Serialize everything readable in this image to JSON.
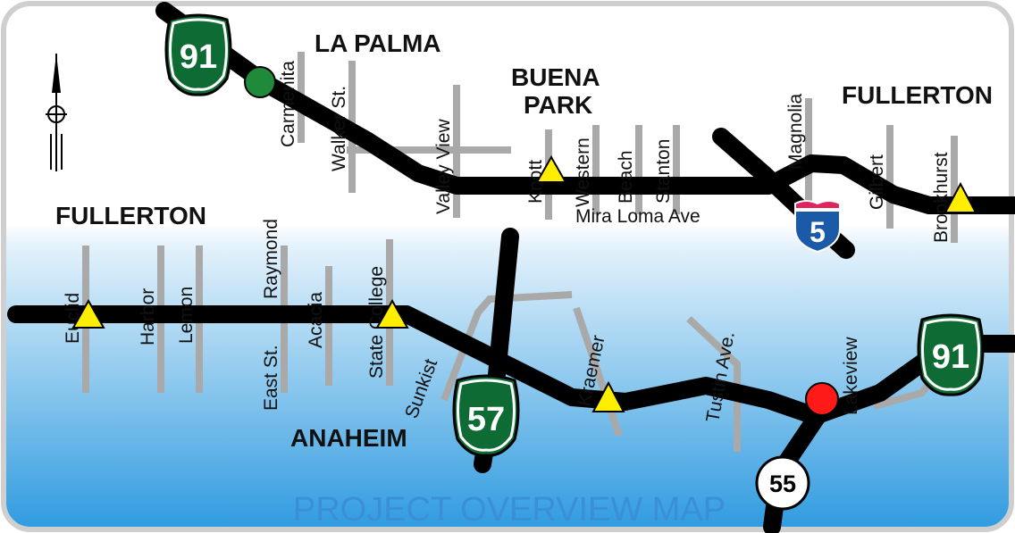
{
  "title": "PROJECT OVERVIEW MAP",
  "colors": {
    "sky_top": "#ffffff",
    "sky_bottom": "#2f9be0",
    "freeway": "#000000",
    "street": "#a9a9a9",
    "shield_green": "#0d6b33",
    "interstate_red": "#e0245e",
    "interstate_blue": "#1b5aa6",
    "marker_yellow": "#ffee00",
    "marker_red": "#ff1a1a",
    "marker_green": "#1f8a3a",
    "title_blue": "#3a8fd6"
  },
  "cities": {
    "la_palma": "LA PALMA",
    "buena_park_line1": "BUENA",
    "buena_park_line2": "PARK",
    "fullerton_top": "FULLERTON",
    "fullerton_left": "FULLERTON",
    "anaheim": "ANAHEIM"
  },
  "streets": {
    "carmenita": "Carmenita",
    "walker": "Walker St.",
    "valley_view": "Valley View",
    "knott": "Knott",
    "western": "Western",
    "beach": "Beach",
    "stanton": "Stanton",
    "mira_loma": "Mira Loma Ave",
    "magnolia": "Magnolia",
    "gilbert": "Gilbert",
    "brookhurst": "Brookhurst",
    "euclid": "Euclid",
    "harbor": "Harbor",
    "lemon": "Lemon",
    "east_st": "East St.",
    "raymond": "Raymond",
    "acacia": "Acacia",
    "state_college": "State College",
    "sunkist": "Sunkist",
    "kraemer": "Kraemer",
    "tustin": "Tustin Ave.",
    "lakeview": "Lakeview"
  },
  "shields": {
    "sr91_top": "91",
    "sr91_right": "91",
    "sr57": "57",
    "i5": "5",
    "sr55": "55"
  },
  "markers": [
    {
      "type": "circle",
      "color": "green",
      "label": "Carmenita"
    },
    {
      "type": "triangle",
      "color": "yellow",
      "label": "Knott"
    },
    {
      "type": "triangle",
      "color": "yellow",
      "label": "Brookhurst"
    },
    {
      "type": "triangle",
      "color": "yellow",
      "label": "Euclid"
    },
    {
      "type": "triangle",
      "color": "yellow",
      "label": "State College"
    },
    {
      "type": "triangle",
      "color": "yellow",
      "label": "Kraemer"
    },
    {
      "type": "circle",
      "color": "red",
      "label": "Lakeview"
    }
  ]
}
